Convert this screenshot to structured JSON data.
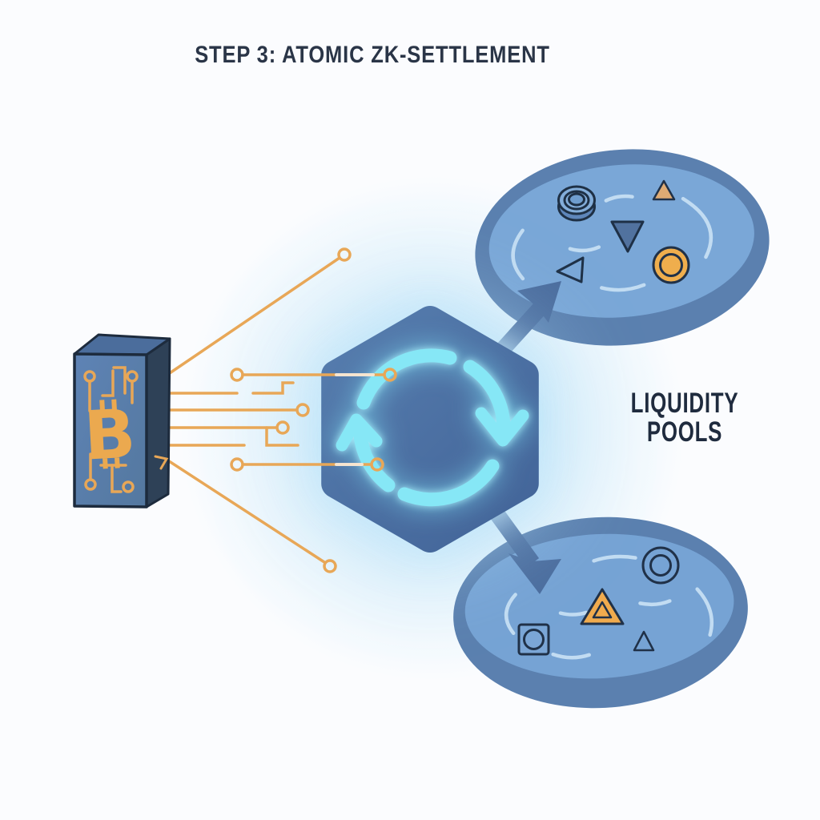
{
  "title": "STEP 3: ATOMIC ZK-SETTLEMENT",
  "right_label": {
    "line1": "LIQUIDITY",
    "line2": "POOLS"
  },
  "bitcoin_block": {
    "symbol": "B",
    "icon": "bitcoin-circuit-block-icon"
  },
  "hexagon": {
    "icon": "cycle-arrows-icon",
    "meaning": "atomic settlement cycle"
  },
  "pools": {
    "top": {
      "tokens": [
        "ring-3d-token-icon",
        "triangle-tan-token-icon",
        "triangle-navy-down-token-icon",
        "triangle-outline-left-token-icon",
        "coin-orange-token-icon"
      ]
    },
    "bottom": {
      "tokens": [
        "double-ring-outline-token-icon",
        "triangle-orange-nested-token-icon",
        "square-circle-token-icon",
        "triangle-outline-small-token-icon"
      ]
    }
  },
  "colors": {
    "background": "#fbfcfe",
    "title_text": "#2a3547",
    "label_text": "#1f2b3e",
    "pool_rim": "#5b80af",
    "pool_water_top": "#7aa7d7",
    "pool_water_bottom": "#76a3d4",
    "pool_swirl": "#c2dcf2",
    "hexagon_fill": "#4a70a2",
    "cycle_cyan": "#86e7f6",
    "arrow_blue": "#4b6d9e",
    "circuit_orange": "#e8a757",
    "coin_orange": "#efae4d",
    "tan_triangle": "#dfab74",
    "navy_triangle": "#51729f",
    "outline_navy": "#203148",
    "block_front": "#5b80b2",
    "block_side": "#2e4157",
    "block_top": "#4b6d9c"
  }
}
